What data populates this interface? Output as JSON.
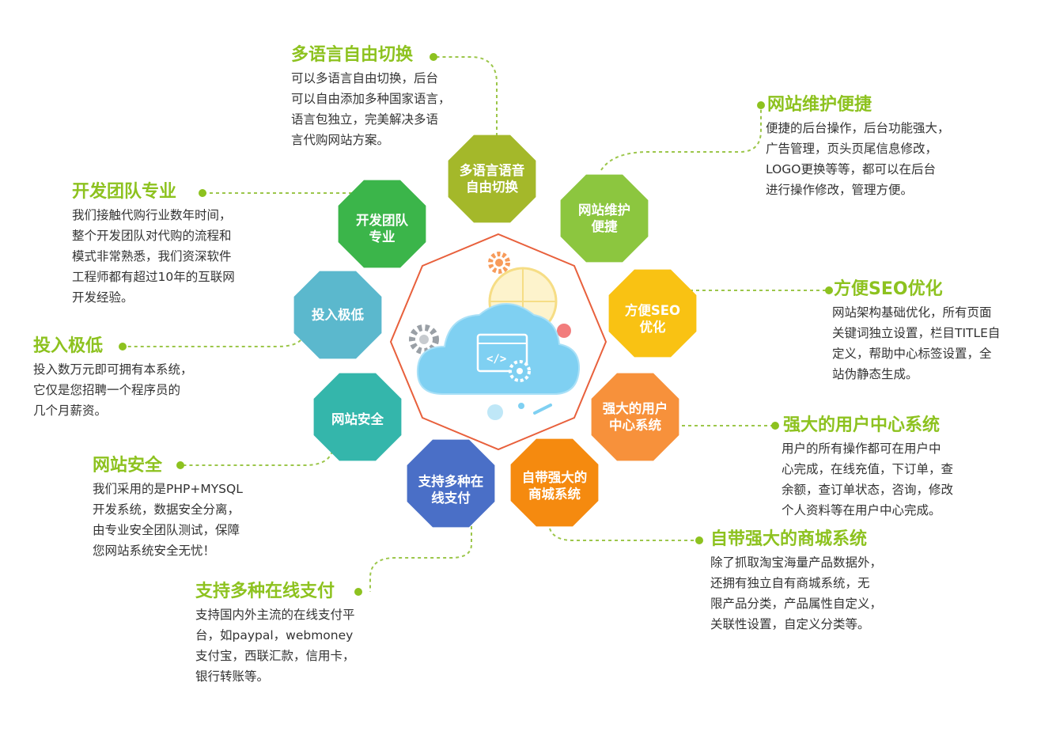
{
  "center": {
    "icon": "cloud-code-gear-icon"
  },
  "nodes": [
    {
      "id": "multi-language",
      "label_lines": [
        "多语言语音",
        "自由切换"
      ],
      "color": "#a4b82a"
    },
    {
      "id": "site-maintenance",
      "label_lines": [
        "网站维护",
        "便捷"
      ],
      "color": "#8cc63f"
    },
    {
      "id": "seo",
      "label_lines": [
        "方便SEO",
        "优化"
      ],
      "color": "#f9c213"
    },
    {
      "id": "user-center",
      "label_lines": [
        "强大的用户",
        "中心系统"
      ],
      "color": "#f7913b"
    },
    {
      "id": "mall",
      "label_lines": [
        "自带强大的",
        "商城系统"
      ],
      "color": "#f58a0f"
    },
    {
      "id": "payment",
      "label_lines": [
        "支持多种在",
        "线支付"
      ],
      "color": "#4a6fc7"
    },
    {
      "id": "security",
      "label_lines": [
        "网站安全"
      ],
      "color": "#34b6ab"
    },
    {
      "id": "low-cost",
      "label_lines": [
        "投入极低"
      ],
      "color": "#5bb8cd"
    },
    {
      "id": "dev-team",
      "label_lines": [
        "开发团队",
        "专业"
      ],
      "color": "#3bb54a"
    }
  ],
  "features": [
    {
      "id": "multi-language",
      "title": "多语言自由切换",
      "lines": [
        "可以多语言自由切换，后台",
        "可以自由添加多种国家语言，",
        "语言包独立，完美解决多语",
        "言代购网站方案。"
      ]
    },
    {
      "id": "site-maintenance",
      "title": "网站维护便捷",
      "lines": [
        "便捷的后台操作，后台功能强大，",
        "广告管理，页头页尾信息修改，",
        "LOGO更换等等，都可以在后台",
        "进行操作修改，管理方便。"
      ]
    },
    {
      "id": "seo",
      "title": "方便SEO优化",
      "lines": [
        "网站架构基础优化，所有页面",
        "关键词独立设置，栏目TITLE自",
        "定义，帮助中心标签设置，全",
        "站伪静态生成。"
      ]
    },
    {
      "id": "user-center",
      "title": "强大的用户中心系统",
      "lines": [
        "用户的所有操作都可在用户中",
        "心完成，在线充值，下订单，查",
        "余额，查订单状态，咨询，修改",
        "个人资料等在用户中心完成。"
      ]
    },
    {
      "id": "mall",
      "title": "自带强大的商城系统",
      "lines": [
        "除了抓取淘宝海量产品数据外，",
        "还拥有独立自有商城系统，无",
        "限产品分类，产品属性自定义，",
        "关联性设置，自定义分类等。"
      ]
    },
    {
      "id": "payment",
      "title": "支持多种在线支付",
      "lines": [
        "支持国内外主流的在线支付平",
        "台，如paypal，webmoney",
        "支付宝，西联汇款，信用卡，",
        "银行转账等。"
      ]
    },
    {
      "id": "security",
      "title": "网站安全",
      "lines": [
        "我们采用的是PHP+MYSQL",
        "开发系统，数据安全分离，",
        "由专业安全团队测试，保障",
        "您网站系统安全无忧！"
      ]
    },
    {
      "id": "low-cost",
      "title": "投入极低",
      "lines": [
        "投入数万元即可拥有本系统，",
        "它仅是您招聘一个程序员的",
        "几个月薪资。"
      ]
    },
    {
      "id": "dev-team",
      "title": "开发团队专业",
      "lines": [
        "我们接触代购行业数年时间，",
        "整个开发团队对代购的流程和",
        "模式非常熟悉，我们资深软件",
        "工程师都有超过10年的互联网",
        "开发经验。"
      ]
    }
  ],
  "colors": {
    "title_green": "#8dc21f",
    "connector": "#9cc64a",
    "octagon_border": "#e8603c"
  }
}
